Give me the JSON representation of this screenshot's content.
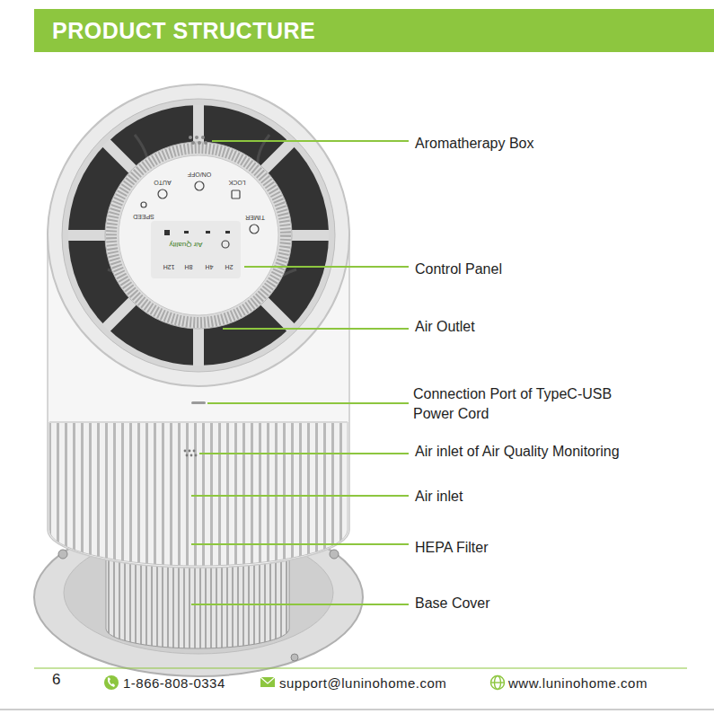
{
  "diagram": {
    "title": "PRODUCT STRUCTURE",
    "labels": [
      "Aromatherapy Box",
      "Control Panel",
      "Air Outlet",
      "Connection Port of TypeC-USB Power Cord",
      "Air inlet of Air Quality Monitoring",
      "Air inlet",
      "HEPA Filter",
      "Base Cover",
      "ON/OFF",
      "LOCK",
      "AUTO",
      "TIMER",
      "SPEED",
      "Air Quality",
      "2H",
      "4H",
      "8H",
      "12H",
      "6",
      "1-866-808-0334",
      "support@luninohome.com",
      "www.luninohome.com"
    ]
  }
}
